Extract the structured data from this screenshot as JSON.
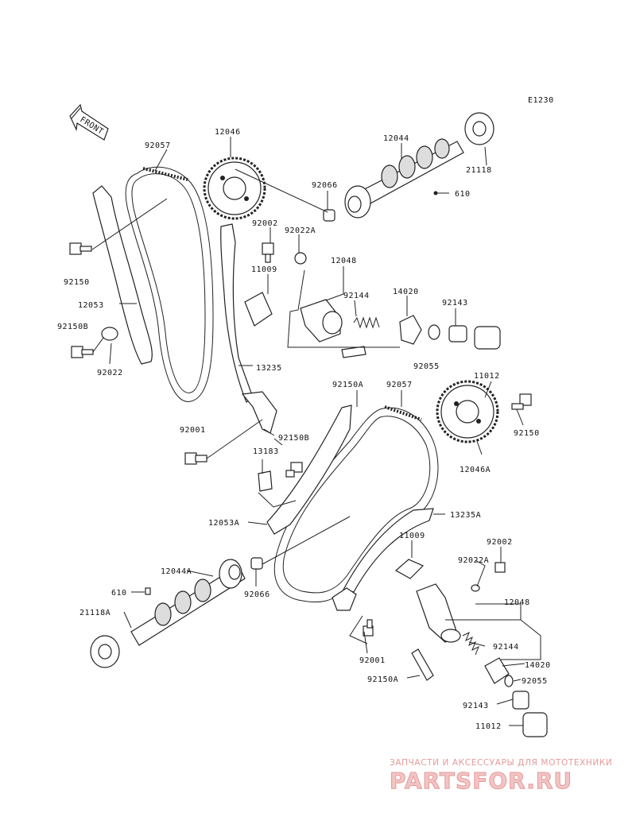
{
  "diagram": {
    "code": "E1230",
    "front_label": "FRONT",
    "labels": {
      "l92057_top": "92057",
      "l12046": "12046",
      "l12044": "12044",
      "l21118": "21118",
      "l92066_top": "92066",
      "l610_top": "610",
      "l92002_top": "92002",
      "l92022A_top": "92022A",
      "l12048_top": "12048",
      "l11009_top": "11009",
      "l92144_top": "92144",
      "l14020_top": "14020",
      "l92143_top": "92143",
      "l92150_left": "92150",
      "l12053": "12053",
      "l92150B_left": "92150B",
      "l92022": "92022",
      "l13235": "13235",
      "l92055_top": "92055",
      "l11012_top": "11012",
      "l92150A_top": "92150A",
      "l92057_bottom": "92057",
      "l92001_top": "92001",
      "l92150B_mid": "92150B",
      "l92150_right": "92150",
      "l13183": "13183",
      "l12046A": "12046A",
      "l12053A": "12053A",
      "l13235A": "13235A",
      "l11009_bottom": "11009",
      "l92002_bottom": "92002",
      "l92022A_bottom": "92022A",
      "l12044A": "12044A",
      "l610_bottom": "610",
      "l21118A": "21118A",
      "l92066_bottom": "92066",
      "l12048_bottom": "12048",
      "l92144_bottom": "92144",
      "l92001_bottom": "92001",
      "l14020_bottom": "14020",
      "l92150A_bottom": "92150A",
      "l92055_bottom": "92055",
      "l92143_bottom": "92143",
      "l11012_bottom": "11012"
    }
  },
  "watermark": {
    "tagline": "ЗАПЧАСТИ И АКСЕССУАРЫ ДЛЯ МОТОТЕХНИКИ",
    "logo": "PARTSFOR.RU"
  },
  "colors": {
    "ink": "#222222",
    "watermark_text": "#e49a9a",
    "watermark_logo_fill": "#f3c4c4"
  }
}
